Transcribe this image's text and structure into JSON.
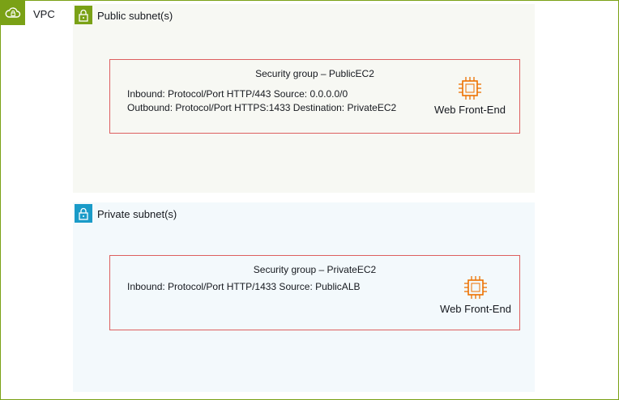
{
  "vpc": {
    "label": "VPC",
    "icon": "cloud-lock-icon"
  },
  "public_subnet": {
    "label": "Public subnet(s)",
    "icon": "lock-icon",
    "security_group": {
      "title": "Security group – PublicEC2",
      "inbound": "Inbound: Protocol/Port HTTP/443 Source: 0.0.0.0/0",
      "outbound": "Outbound: Protocol/Port HTTPS:1433 Destination: PrivateEC2",
      "instance": {
        "label": "Web Front-End",
        "icon": "ec2-instance-icon"
      }
    }
  },
  "private_subnet": {
    "label": "Private subnet(s)",
    "icon": "lock-icon",
    "security_group": {
      "title": "Security group – PrivateEC2",
      "inbound": "Inbound: Protocol/Port HTTP/1433 Source: PublicALB",
      "instance": {
        "label": "Web Front-End",
        "icon": "ec2-instance-icon"
      }
    }
  },
  "colors": {
    "vpc_border": "#7aa116",
    "public_accent": "#7aa116",
    "private_accent": "#1a9bc8",
    "security_group_border": "#dd5f5f",
    "ec2_orange": "#ed7100"
  }
}
